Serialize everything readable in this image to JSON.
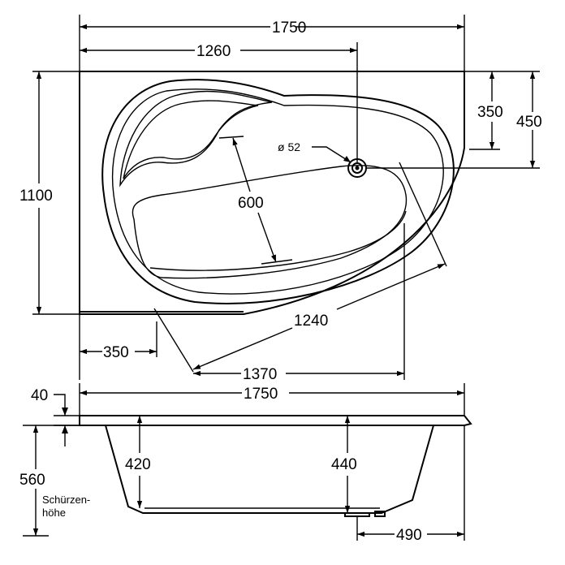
{
  "top_view": {
    "overall_width": "1750",
    "drain_offset_x": "1260",
    "depth": "1100",
    "drain_offset_y_inner": "350",
    "drain_offset_y_outer": "450",
    "drain_diameter": "ø 52",
    "basin_width": "600",
    "diagonal_inner": "1240",
    "diagonal_outer": "1370",
    "left_offset": "350"
  },
  "side_view": {
    "overall_width": "1750",
    "rim_thickness": "40",
    "height_total": "560",
    "apron_label_line1": "Schürzen-",
    "apron_label_line2": "höhe",
    "depth_left": "420",
    "depth_right": "440",
    "drain_offset": "490"
  }
}
